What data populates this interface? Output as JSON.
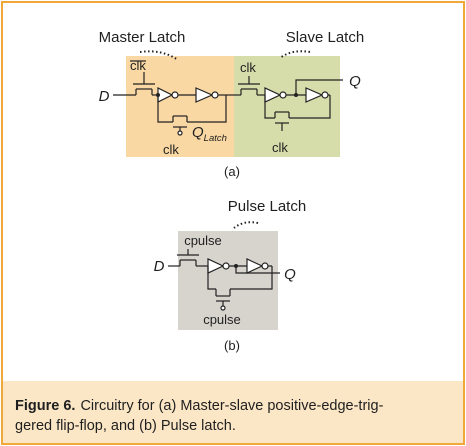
{
  "figure": {
    "panel_a": {
      "master_label": "Master Latch",
      "slave_label": "Slave Latch",
      "master_clk_top": "clk",
      "master_clk_bottom": "clk",
      "slave_clk_top": "clk",
      "slave_clk_bottom": "clk",
      "input_label": "D",
      "output_label": "Q",
      "internal_node_main": "Q",
      "internal_node_sub": "Latch",
      "panel_label": "(a)"
    },
    "panel_b": {
      "latch_label": "Pulse Latch",
      "pulse_top": "cpulse",
      "pulse_bottom": "cpulse",
      "input_label": "D",
      "output_label": "Q",
      "panel_label": "(b)"
    },
    "caption": {
      "label": "Figure 6.",
      "line1": "Circuitry for (a) Master-slave positive-edge-trig-",
      "line2": "gered flip-flop, and (b) Pulse latch."
    }
  },
  "colors": {
    "master_fill": "#fad8a4",
    "slave_fill": "#d7dcab",
    "pulse_fill": "#d7d4ce",
    "frame_border": "#f0a838",
    "caption_bg": "#fbe7c6",
    "annotation_dots": "#222222"
  }
}
